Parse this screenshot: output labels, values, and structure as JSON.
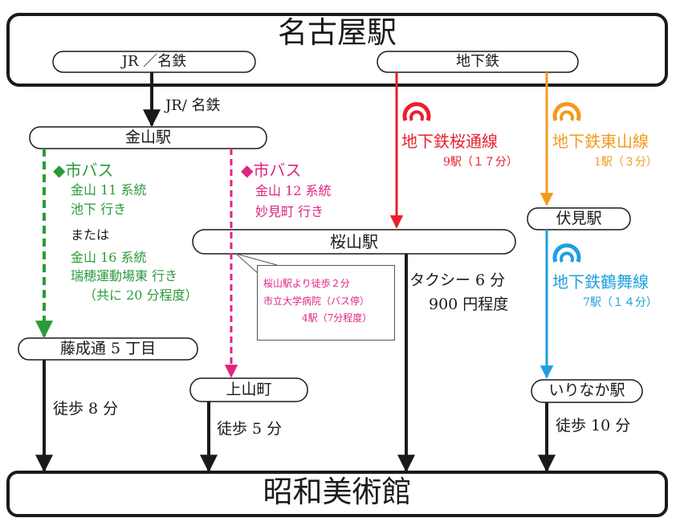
{
  "origin": {
    "title": "名古屋駅"
  },
  "lines": {
    "jr_meitetsu": "JR ／名鉄",
    "subway": "地下鉄",
    "jr_meitetsu_arrow": "JR/ 名鉄"
  },
  "stations": {
    "kanayama": "金山駅",
    "sakurayama": "桜山駅",
    "fushimi": "伏見駅",
    "fujinari": "藤成通 5 丁目",
    "kamiyama": "上山町",
    "irinaka": "いりなか駅",
    "destination": "昭和美術館"
  },
  "bus_green": {
    "header": "◆市バス",
    "line1": "金山 11 系統",
    "line2": "池下 行き",
    "or": "または",
    "line3": "金山 16 系統",
    "line4": "瑞穂運動場東 行き",
    "line5": "（共に 20 分程度）"
  },
  "bus_magenta": {
    "header": "◆市バス",
    "line1": "金山 12 系統",
    "line2": "妙見町 行き"
  },
  "subway_sakuradori": {
    "name": "地下鉄桜通線",
    "detail": "9駅（１７分）"
  },
  "subway_higashiyama": {
    "name": "地下鉄東山線",
    "detail": "1駅（３分）"
  },
  "subway_tsurumai": {
    "name": "地下鉄鶴舞線",
    "detail": "7駅（１４分）"
  },
  "note": {
    "line1": "桜山駅より徒歩２分",
    "line2": "市立大学病院（バス停）",
    "line3": "4駅（7分程度）"
  },
  "taxi": {
    "line1": "タクシー 6 分",
    "line2": "900 円程度"
  },
  "walks": {
    "fujinari": "徒歩 8 分",
    "kamiyama": "徒歩 5 分",
    "irinaka": "徒歩 10 分"
  },
  "colors": {
    "green": "#2a9b3a",
    "magenta": "#e0247f",
    "red": "#e8202a",
    "orange": "#f29a1d",
    "blue": "#1e9fe0",
    "black": "#1a1a1a"
  },
  "icons": {
    "subway": "nagoya-subway-logo-icon"
  }
}
